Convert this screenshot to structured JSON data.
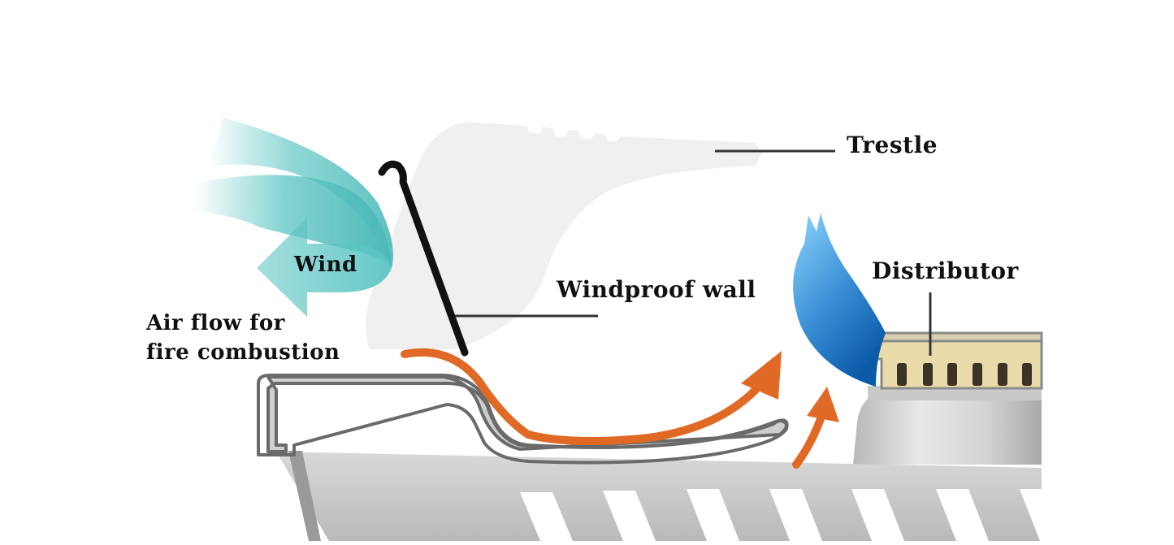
{
  "labels": {
    "trestle": "Trestle",
    "distributor": "Distributor",
    "windproof_wall": "Windproof wall",
    "wind": "Wind",
    "air_flow_line1": "Air flow for",
    "air_flow_line2": "fire combustion"
  },
  "colors": {
    "wind_arrow": "#5cc5c3",
    "airflow_arrow": "#e06a25",
    "flame_light": "#7fd0f8",
    "flame_dark": "#0e63b4",
    "windproof_wall": "#111111",
    "trestle": "#f0f0f0",
    "distributor_top": "#e9d9a6",
    "stove_body": "#c8c8c8",
    "leader_line": "#333333"
  }
}
